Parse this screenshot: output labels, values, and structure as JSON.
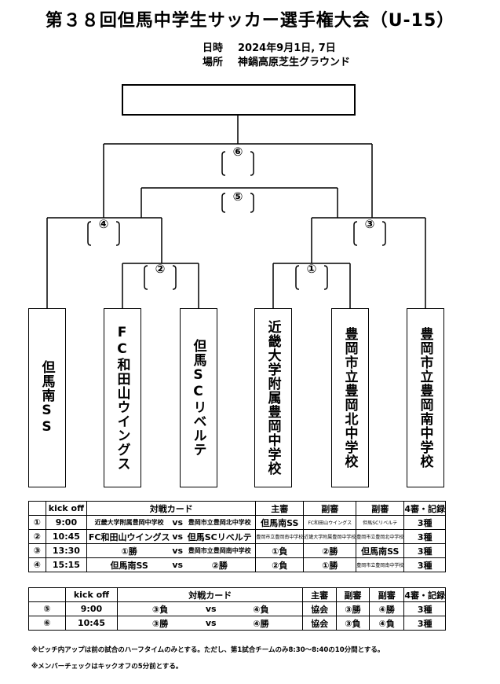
{
  "title": "第３８回但馬中学生サッカー選手権大会（U-15）",
  "info": {
    "date_label": "日時",
    "date_value": "2024年9月1日, 7日",
    "place_label": "場所",
    "place_value": "神鍋高原芝生グラウンド"
  },
  "match_numbers": [
    "①",
    "②",
    "③",
    "④",
    "⑤",
    "⑥"
  ],
  "teams": [
    "但馬南SS",
    "FC和田山ウイングス",
    "但馬SCリベルテ",
    "近畿大学附属豊岡中学校",
    "豊岡市立豊岡北中学校",
    "豊岡市立豊岡南中学校"
  ],
  "table1": {
    "headers": [
      "",
      "kick off",
      "対戦カード",
      "主審",
      "副審",
      "副審",
      "4審・記録"
    ],
    "rows": [
      {
        "no": "①",
        "time": "9:00",
        "home": "近畿大学附属豊岡中学校",
        "vs": "vs",
        "away": "豊岡市立豊岡北中学校",
        "ref": "但馬南SS",
        "ar1": "FC和田山ウイングス",
        "ar2": "但馬SCリベルテ",
        "fourth": "3種"
      },
      {
        "no": "②",
        "time": "10:45",
        "home": "FC和田山ウイングス",
        "vs": "vs",
        "away": "但馬SCリベルテ",
        "ref": "豊岡市立豊岡南中学校",
        "ar1": "近畿大学附属豊岡中学校",
        "ar2": "豊岡市立豊岡北中学校",
        "fourth": "3種"
      },
      {
        "no": "③",
        "time": "13:30",
        "home": "①勝",
        "vs": "vs",
        "away": "豊岡市立豊岡南中学校",
        "ref": "①負",
        "ar1": "②勝",
        "ar2": "但馬南SS",
        "fourth": "3種"
      },
      {
        "no": "④",
        "time": "15:15",
        "home": "但馬南SS",
        "vs": "vs",
        "away": "②勝",
        "ref": "②負",
        "ar1": "①勝",
        "ar2": "豊岡市立豊岡南中学校",
        "fourth": "3種"
      }
    ]
  },
  "table2": {
    "headers": [
      "",
      "kick off",
      "対戦カード",
      "主審",
      "副審",
      "副審",
      "4審・記録"
    ],
    "rows": [
      {
        "no": "⑤",
        "time": "9:00",
        "home": "③負",
        "vs": "vs",
        "away": "④負",
        "ref": "協会",
        "ar1": "③勝",
        "ar2": "④勝",
        "fourth": "3種"
      },
      {
        "no": "⑥",
        "time": "10:45",
        "home": "③勝",
        "vs": "vs",
        "away": "④勝",
        "ref": "協会",
        "ar1": "③負",
        "ar2": "④負",
        "fourth": "3種"
      }
    ]
  },
  "notes": [
    "※ピッチ内アップは前の試合のハーフタイムのみとする。ただし、第1試合チームのみ8:30～8:40の10分間とする。",
    "※メンバーチェックはキックオフの5分前とする。"
  ]
}
